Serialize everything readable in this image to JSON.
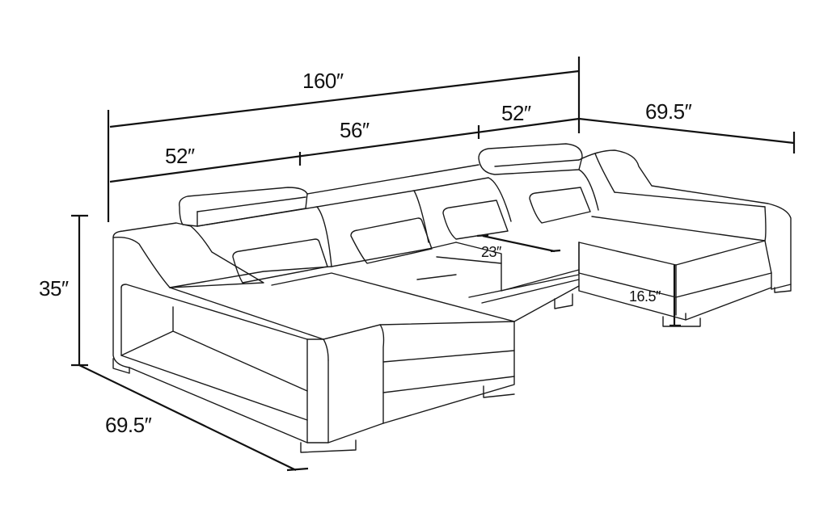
{
  "diagram": {
    "subject": "U-shaped sectional sofa with double chaise",
    "line_color": "#1a1a1a",
    "background": "#ffffff"
  },
  "dimensions": {
    "overall_width": "160″",
    "left_section_width": "52″",
    "middle_section_width": "56″",
    "right_section_width": "52″",
    "right_chaise_depth": "69.5″",
    "left_chaise_depth": "69.5″",
    "overall_height": "35″",
    "seat_depth": "23″",
    "seat_height": "16.5″"
  }
}
